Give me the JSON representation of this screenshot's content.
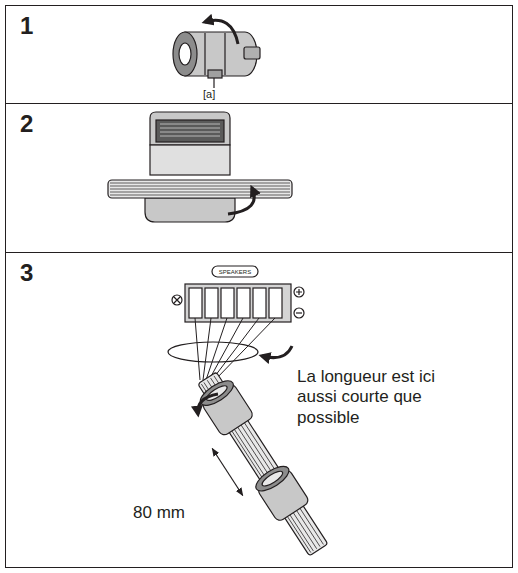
{
  "diagram": {
    "nodes": [
      {
        "text": [
          "1"
        ]
      },
      {
        "text": [
          "2"
        ]
      },
      {
        "text": [
          "3"
        ]
      }
    ],
    "labels": [
      "[a]",
      "SPEAKERS",
      "La longueur est ici aussi courte que possible",
      "80 mm"
    ]
  }
}
